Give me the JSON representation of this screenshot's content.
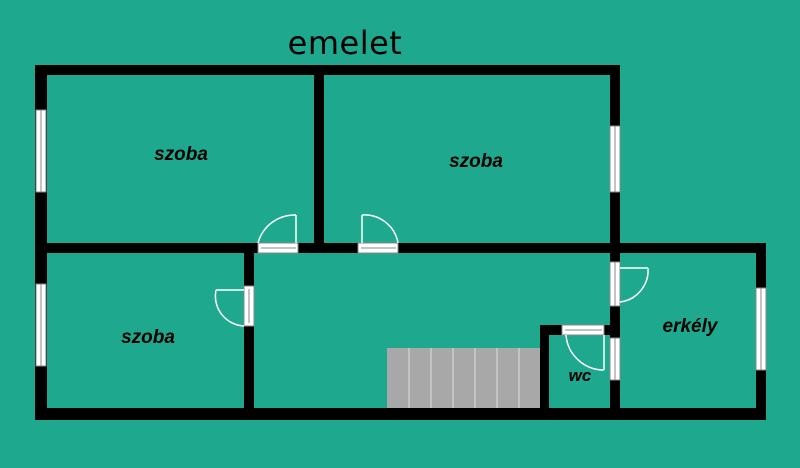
{
  "plan": {
    "title": "emelet",
    "rooms": [
      {
        "id": "room-top-left",
        "label": "szoba"
      },
      {
        "id": "room-top-right",
        "label": "szoba"
      },
      {
        "id": "room-bottom-left",
        "label": "szoba"
      },
      {
        "id": "room-wc",
        "label": "wc"
      },
      {
        "id": "room-balcony",
        "label": "erkély"
      }
    ]
  },
  "colors": {
    "background": "#1ea98e",
    "wall": "#000000",
    "stairs": "#a8a8a8",
    "window": "#ffffff"
  }
}
